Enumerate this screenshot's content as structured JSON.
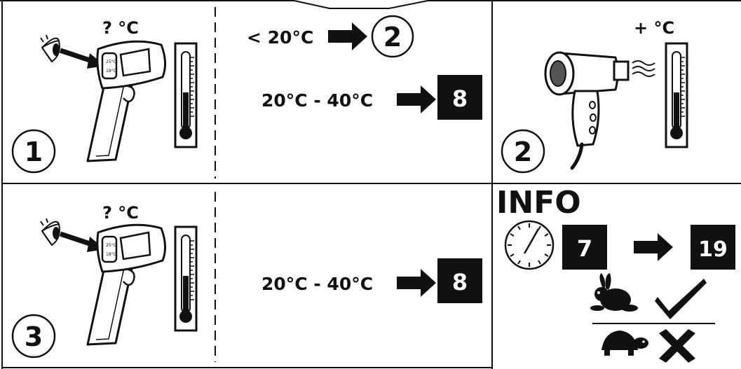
{
  "panel1": {
    "step": "1",
    "probe": "? °C",
    "cond_low": "< 20°C",
    "cond_low_target": "2",
    "cond_range": "20°C - 40°C",
    "cond_range_target": "8"
  },
  "panel2": {
    "step": "2",
    "heat": "+ °C"
  },
  "panel3": {
    "step": "3",
    "probe": "? °C",
    "cond_range": "20°C - 40°C",
    "cond_range_target": "8"
  },
  "panel4": {
    "title": "INFO",
    "from": "7",
    "to": "19"
  },
  "colors": {
    "ink": "#111111",
    "paper": "#ffffff"
  },
  "icons": [
    "eye-icon",
    "infrared-thermometer-icon",
    "thermometer-icon",
    "arrow-right-icon",
    "hair-dryer-icon",
    "clock-icon",
    "rabbit-icon",
    "check-icon",
    "turtle-icon",
    "cross-icon"
  ]
}
